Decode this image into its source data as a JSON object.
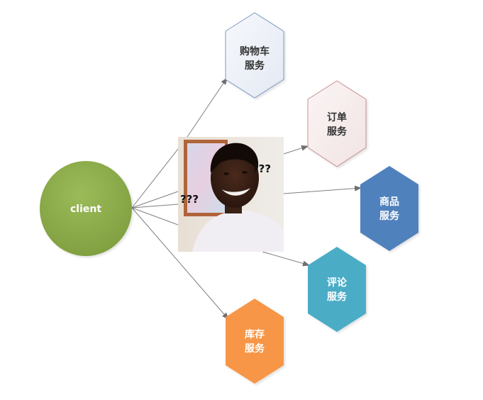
{
  "diagram": {
    "client": {
      "label": "client",
      "fill": "#8fb04a",
      "fill_dark": "#7e9e3e"
    },
    "center_image": {
      "description": "confused-man-meme",
      "caption_left": "???",
      "caption_right": "???"
    },
    "services": [
      {
        "line1": "购物车",
        "line2": "服务",
        "fill": "#edf1f8",
        "stroke": "#7f9cc4",
        "text_color": "#333333"
      },
      {
        "line1": "订单",
        "line2": "服务",
        "fill": "#f8eeee",
        "stroke": "#c99191",
        "text_color": "#333333"
      },
      {
        "line1": "商品",
        "line2": "服务",
        "fill": "#4f81bd",
        "stroke": "#4f81bd",
        "text_color": "#ffffff"
      },
      {
        "line1": "评论",
        "line2": "服务",
        "fill": "#4bacc6",
        "stroke": "#4bacc6",
        "text_color": "#ffffff"
      },
      {
        "line1": "库存",
        "line2": "服务",
        "fill": "#f79646",
        "stroke": "#f79646",
        "text_color": "#ffffff"
      }
    ],
    "edge_color": "#7f7f7f"
  }
}
